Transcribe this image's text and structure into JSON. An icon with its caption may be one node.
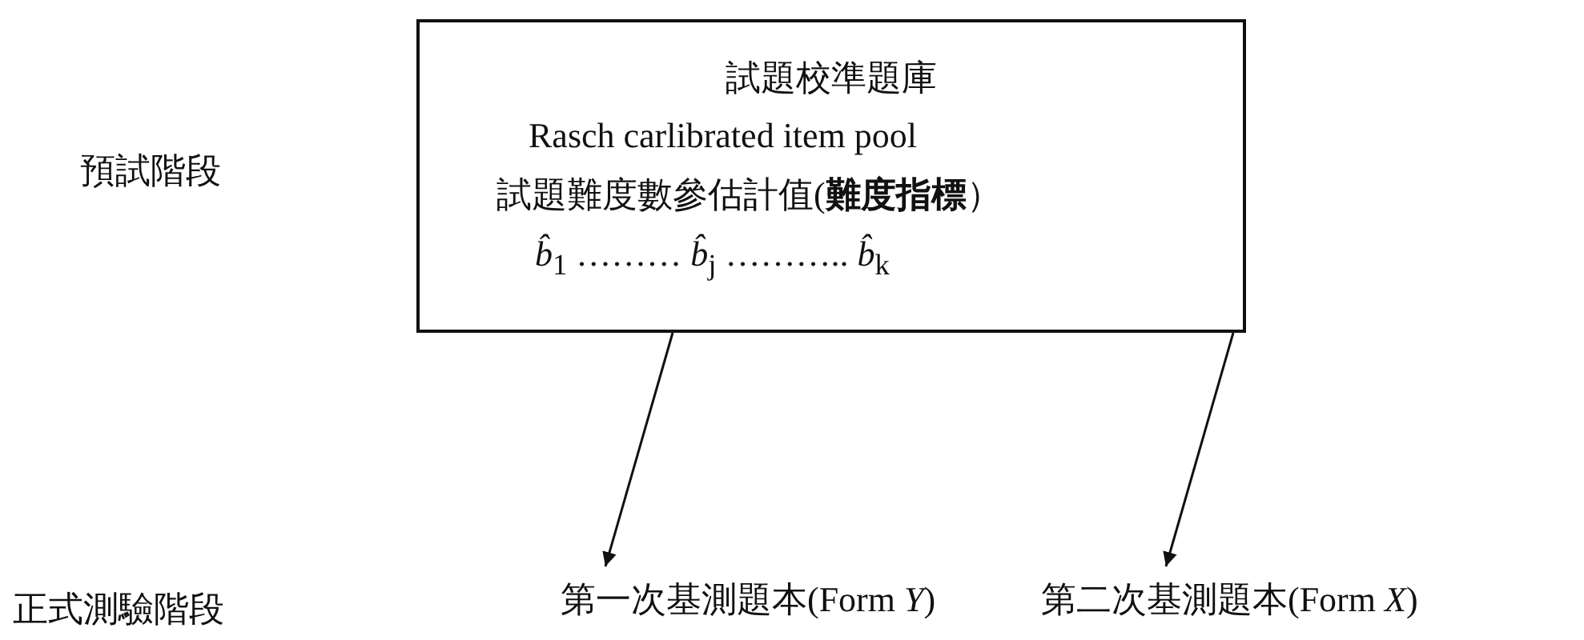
{
  "diagram": {
    "nodes": [
      {
        "text": [
          "試題校準題庫",
          "Rasch carlibrated item pool",
          "試題難度數參估計值(**難度指標**）",
          "*b̂*$_{1}$ ……… *b̂*$_{j}$ ……….. *b̂*$_{k}$"
        ]
      },
      {
        "text": [
          "第一次基測題本(Form *Y*)"
        ]
      },
      {
        "text": [
          "第二次基測題本(Form *X*)"
        ]
      }
    ],
    "edges": [
      {
        "from": 0,
        "to": 1,
        "arrow": "to"
      },
      {
        "from": 0,
        "to": 2,
        "arrow": "to"
      }
    ],
    "labels": [
      "預試階段",
      "正式測驗階段"
    ]
  }
}
